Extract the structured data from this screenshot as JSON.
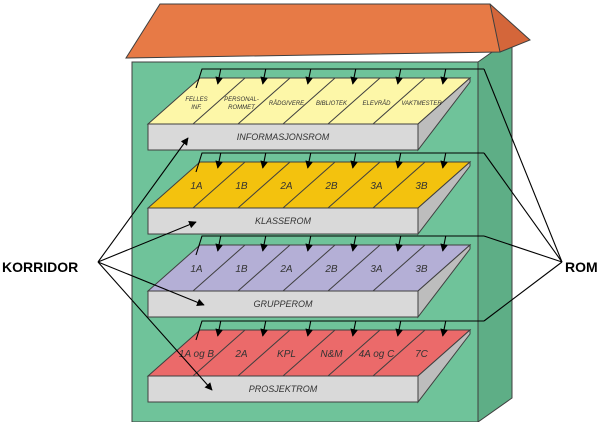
{
  "labels": {
    "left": "KORRIDOR",
    "right": "ROM"
  },
  "floors": [
    {
      "corridor": "INFORMASJONSROM",
      "color": "#fdf7a8",
      "rooms": [
        [
          "FELLES",
          "INF."
        ],
        [
          "PERSONAL-",
          "ROMMET"
        ],
        [
          "RÅDGIVERE"
        ],
        [
          "BIBLIOTEK"
        ],
        [
          "ELEVRÅD"
        ],
        [
          "VAKTMESTER"
        ]
      ]
    },
    {
      "corridor": "KLASSEROM",
      "color": "#f3c20e",
      "rooms": [
        [
          "1A"
        ],
        [
          "1B"
        ],
        [
          "2A"
        ],
        [
          "2B"
        ],
        [
          "3A"
        ],
        [
          "3B"
        ]
      ]
    },
    {
      "corridor": "GRUPPEROM",
      "color": "#b4afd6",
      "rooms": [
        [
          "1A"
        ],
        [
          "1B"
        ],
        [
          "2A"
        ],
        [
          "2B"
        ],
        [
          "3A"
        ],
        [
          "3B"
        ]
      ]
    },
    {
      "corridor": "PROSJEKTROM",
      "color": "#eb6a6a",
      "rooms": [
        [
          "1A og B"
        ],
        [
          "2A"
        ],
        [
          "KPL"
        ],
        [
          "N&M"
        ],
        [
          "4A og C"
        ],
        [
          "7C"
        ]
      ]
    }
  ],
  "colors": {
    "building": "#6fc39a",
    "building_side": "#5eae86",
    "roof": "#e77a46",
    "corridor": "#d9d9d9",
    "outline": "#3f3f3f"
  }
}
